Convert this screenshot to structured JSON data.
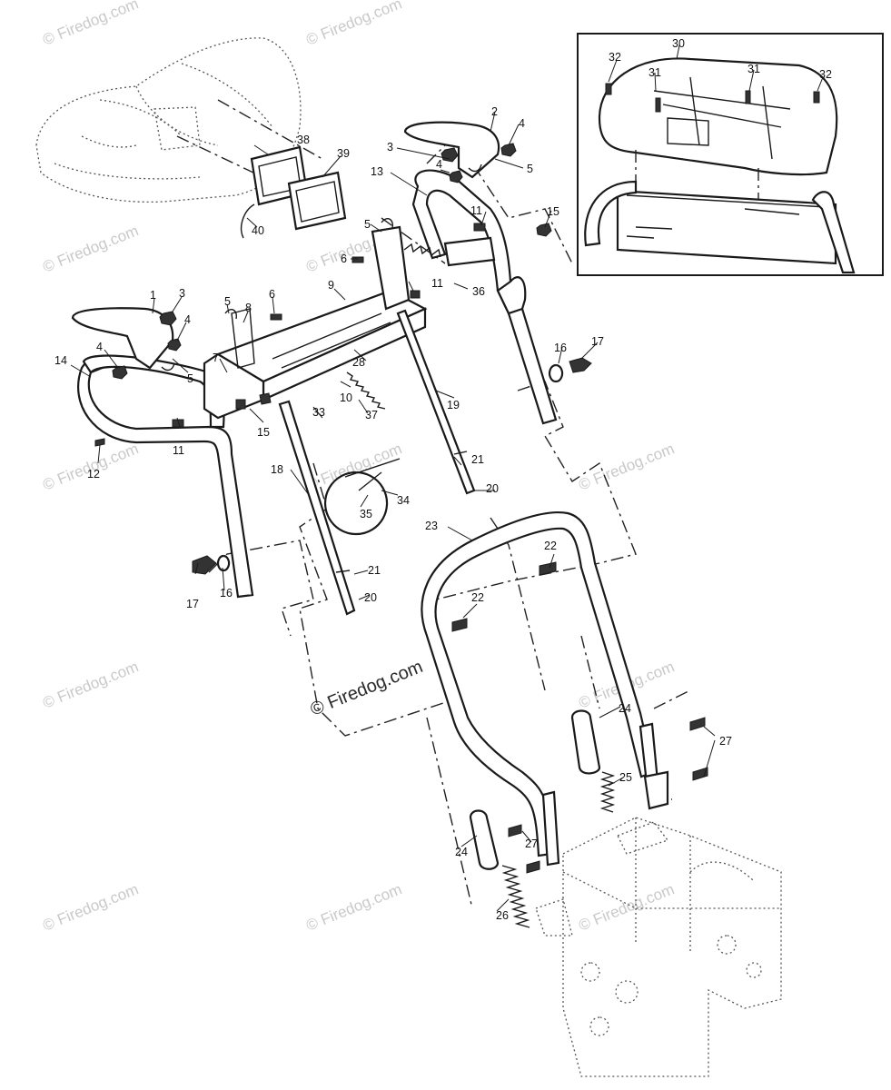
{
  "watermark": {
    "text": "© Firedog.com",
    "center_text": "© Firedog.com"
  },
  "labels": [
    "1",
    "2",
    "3",
    "3",
    "4",
    "4",
    "4",
    "4",
    "5",
    "5",
    "5",
    "5",
    "6",
    "6",
    "7",
    "8",
    "9",
    "10",
    "11",
    "11",
    "11",
    "12",
    "13",
    "14",
    "15",
    "15",
    "16",
    "16",
    "17",
    "17",
    "18",
    "19",
    "20",
    "20",
    "21",
    "21",
    "22",
    "22",
    "23",
    "24",
    "24",
    "25",
    "26",
    "27",
    "27",
    "28",
    "30",
    "31",
    "31",
    "32",
    "32",
    "33",
    "34",
    "35",
    "36",
    "37",
    "38",
    "39",
    "40"
  ]
}
